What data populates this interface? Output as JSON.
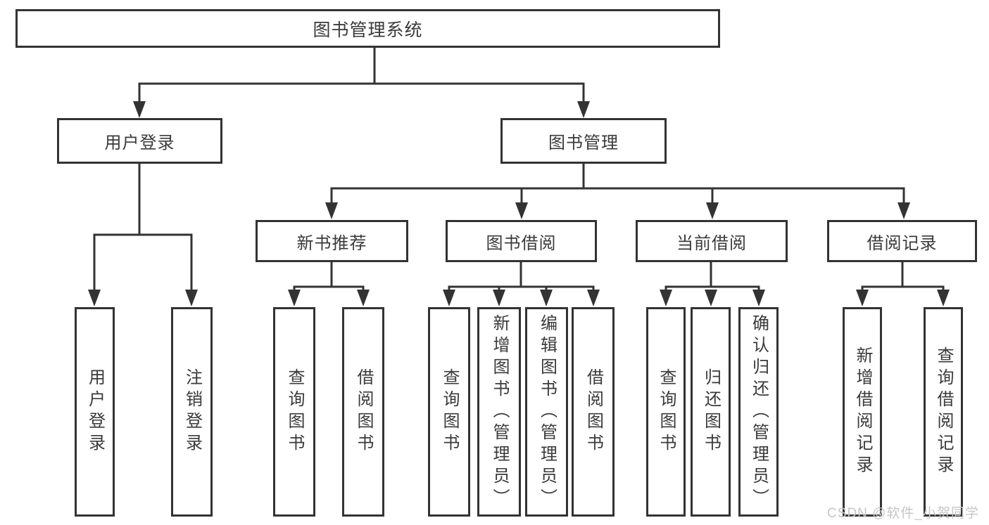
{
  "tree": {
    "root": {
      "label": "图书管理系统"
    },
    "branches": [
      {
        "label": "用户登录",
        "leaves": [
          {
            "label": "用户登录"
          },
          {
            "label": "注销登录"
          }
        ]
      },
      {
        "label": "图书管理",
        "groups": [
          {
            "label": "新书推荐",
            "leaves": [
              {
                "label": "查询图书"
              },
              {
                "label": "借阅图书"
              }
            ]
          },
          {
            "label": "图书借阅",
            "leaves": [
              {
                "label": "查询图书"
              },
              {
                "label": "新增图书（管理员）"
              },
              {
                "label": "编辑图书（管理员）"
              },
              {
                "label": "借阅图书"
              }
            ]
          },
          {
            "label": "当前借阅",
            "leaves": [
              {
                "label": "查询图书"
              },
              {
                "label": "归还图书"
              },
              {
                "label": "确认归还（管理员）"
              }
            ]
          },
          {
            "label": "借阅记录",
            "leaves": [
              {
                "label": "新增借阅记录"
              },
              {
                "label": "查询借阅记录"
              }
            ]
          }
        ]
      }
    ]
  },
  "watermark": {
    "text": "CSDN @软件_小贺同学"
  },
  "colors": {
    "line": "#333333",
    "box_border": "#333333",
    "box_fill": "#ffffff",
    "text": "#3a3a3a",
    "watermark": "#c6c6c6",
    "background": "#ffffff"
  }
}
